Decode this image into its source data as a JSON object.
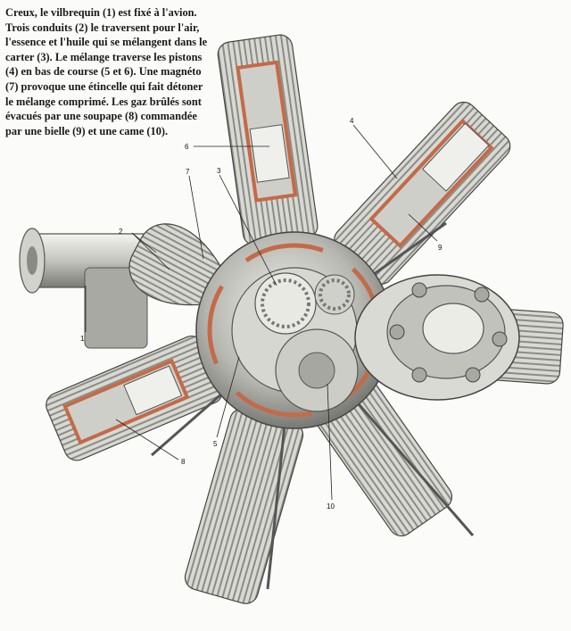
{
  "caption_lines": [
    "Creux, le vilbrequin (1) est fixé à l'avion.",
    "Trois conduits (2) le traversent pour l'air,",
    "l'essence et l'huile qui se mélangent dans le",
    "carter (3). Le mélange traverse les pistons",
    "(4) en bas de course (5 et 6). Une magnéto",
    "(7) provoque une étincelle qui fait détoner",
    "le mélange comprimé. Les gaz brûlés sont",
    "évacués par une soupape (8) commandée",
    "par une bielle (9) et une came (10)."
  ],
  "callouts": {
    "c1": "1",
    "c2": "2",
    "c3": "3",
    "c4": "4",
    "c5": "5",
    "c6": "6",
    "c7": "7",
    "c8": "8",
    "c9": "9",
    "c10": "10"
  },
  "colors": {
    "metal_light": "#e6e6e2",
    "metal_mid": "#b9b9b4",
    "metal_dark": "#6e6e6a",
    "cutaway": "#c46a48",
    "ink": "#1a1a1a"
  }
}
